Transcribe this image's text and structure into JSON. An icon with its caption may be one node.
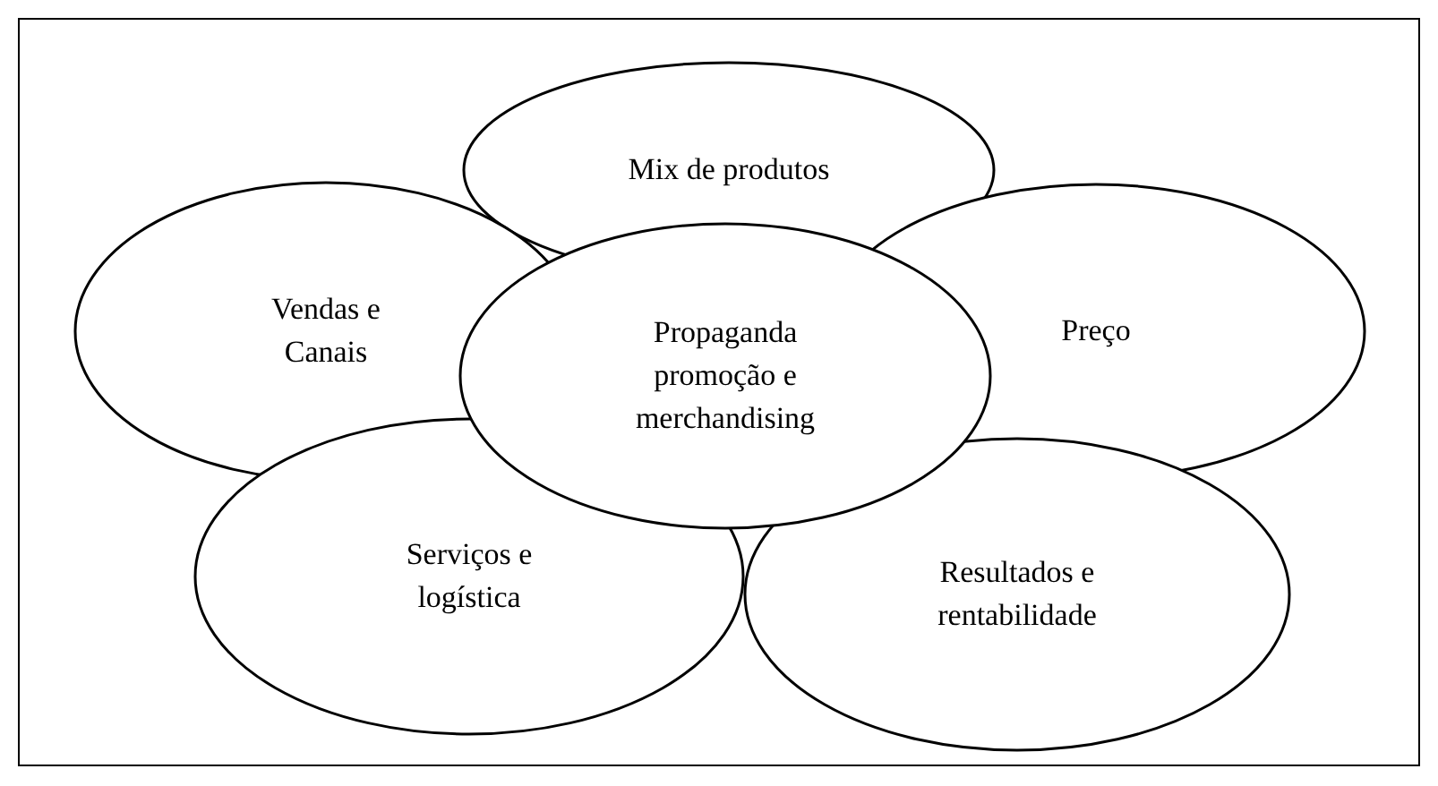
{
  "diagram": {
    "nodes": [
      {
        "text": [
          "Mix de produtos"
        ]
      },
      {
        "text": [
          "Vendas e Canais"
        ]
      },
      {
        "text": [
          "Propaganda promoção e merchandising"
        ]
      },
      {
        "text": [
          "Preço"
        ]
      },
      {
        "text": [
          "Serviços e logística"
        ]
      },
      {
        "text": [
          "Resultados e rentabilidade"
        ]
      }
    ],
    "edges": []
  }
}
